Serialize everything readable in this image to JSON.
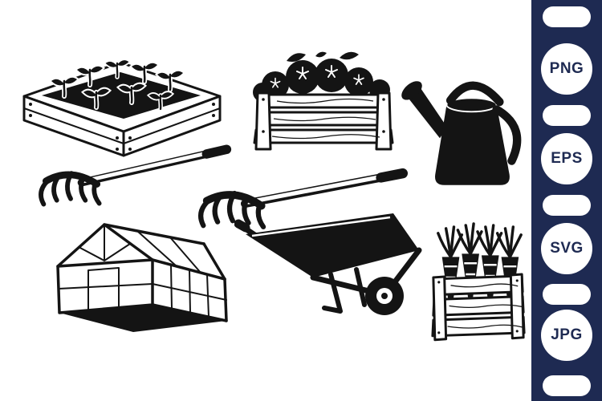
{
  "sidebar": {
    "background_color": "#1e2a52",
    "badge_text_color": "#1e2a52",
    "formats": [
      {
        "label": "PNG"
      },
      {
        "label": "EPS"
      },
      {
        "label": "SVG"
      },
      {
        "label": "JPG"
      }
    ]
  },
  "canvas": {
    "background_color": "#ffffff",
    "ink_color": "#141414",
    "illustrations": [
      "raised-seedling-bed",
      "tomato-crate",
      "watering-can",
      "hand-rake-upper",
      "hand-rake-lower",
      "greenhouse",
      "wheelbarrow",
      "carrot-crate"
    ]
  }
}
